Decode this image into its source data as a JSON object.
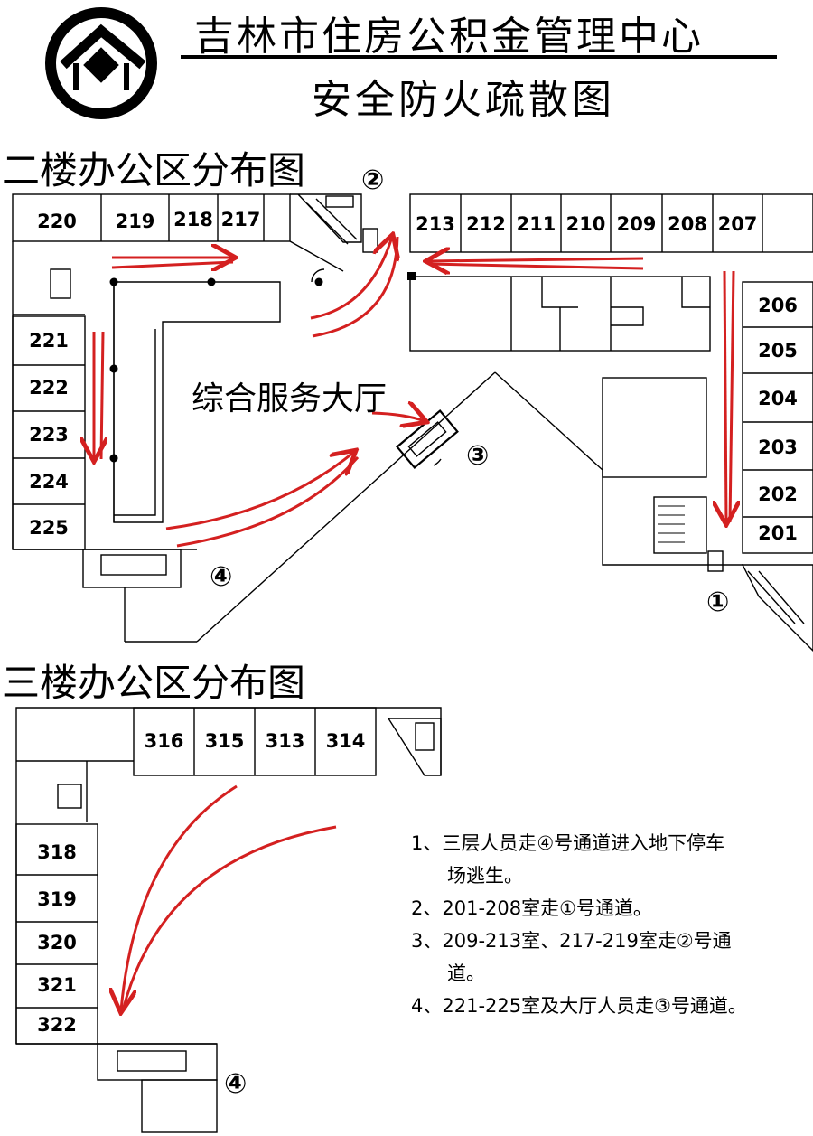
{
  "header": {
    "org_name": "吉林市住房公积金管理中心",
    "doc_title": "安全防火疏散图",
    "logo_icon": "house-diamond-logo-icon"
  },
  "floor2": {
    "title": "二楼办公区分布图",
    "hall_label": "综合服务大厅",
    "rooms_top_left": [
      "220",
      "219",
      "218",
      "217"
    ],
    "rooms_top_right": [
      "213",
      "212",
      "211",
      "210",
      "209",
      "208",
      "207"
    ],
    "rooms_left": [
      "221",
      "222",
      "223",
      "224",
      "225"
    ],
    "rooms_right": [
      "206",
      "205",
      "204",
      "203",
      "202",
      "201"
    ],
    "exits": [
      "②",
      "③",
      "④",
      "①"
    ]
  },
  "floor3": {
    "title": "三楼办公区分布图",
    "rooms_top": [
      "316",
      "315",
      "313",
      "314"
    ],
    "rooms_left": [
      "318",
      "319",
      "320",
      "321",
      "322"
    ],
    "exit": "④"
  },
  "notes": {
    "n1a": "1、三层人员走④号通道进入地下停车",
    "n1b": "场逃生。",
    "n2": "2、201-208室走①号通道。",
    "n3a": "3、209-213室、217-219室走②号通",
    "n3b": "道。",
    "n4": "4、221-225室及大厅人员走③号通道。"
  },
  "colors": {
    "arrow": "#d42020",
    "line": "#000000"
  }
}
